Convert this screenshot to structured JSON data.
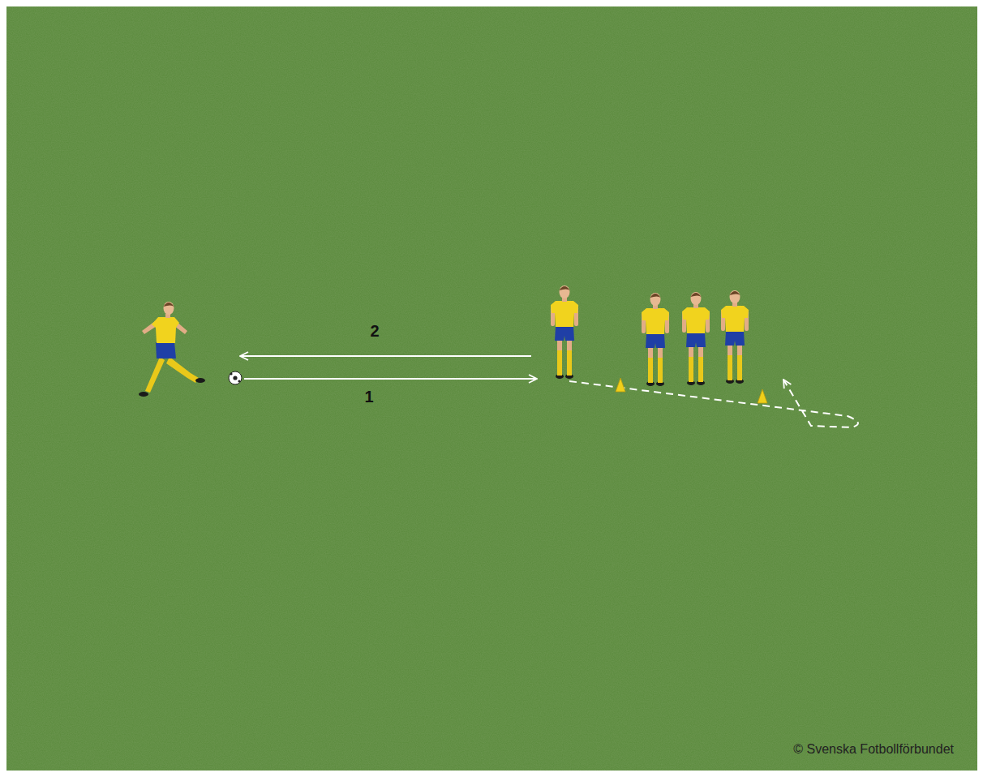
{
  "diagram": {
    "labels": [
      "2",
      "1",
      "© Svenska Fotbollförbundet"
    ]
  }
}
